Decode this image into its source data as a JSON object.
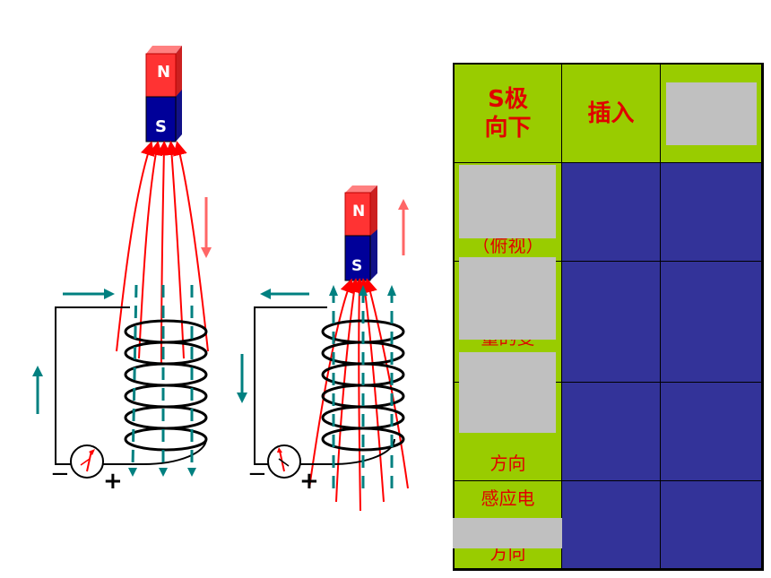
{
  "magnet_left": {
    "top_pole": "N",
    "bottom_pole": "S"
  },
  "magnet_right": {
    "top_pole": "N",
    "bottom_pole": "S"
  },
  "meter_left": {
    "minus": "−",
    "plus": "+"
  },
  "meter_right": {
    "minus": "−",
    "plus": "+"
  },
  "table": {
    "header": {
      "pole": "S极\n向下",
      "action": "插入"
    },
    "rows": [
      {
        "label": "（俯视）"
      },
      {
        "label": "量的变"
      },
      {
        "label": "方向"
      },
      {
        "label_top": "感应电",
        "label_bottom": "方向"
      }
    ]
  },
  "colors": {
    "field_line": "#ff0000",
    "arrow_red": "#ff6666",
    "arrow_teal": "#008080",
    "magnet_red": "#ff3333",
    "magnet_blue": "#000099",
    "table_green": "#99cc00",
    "table_blue": "#333399",
    "mask_gray": "#c0c0c0"
  }
}
